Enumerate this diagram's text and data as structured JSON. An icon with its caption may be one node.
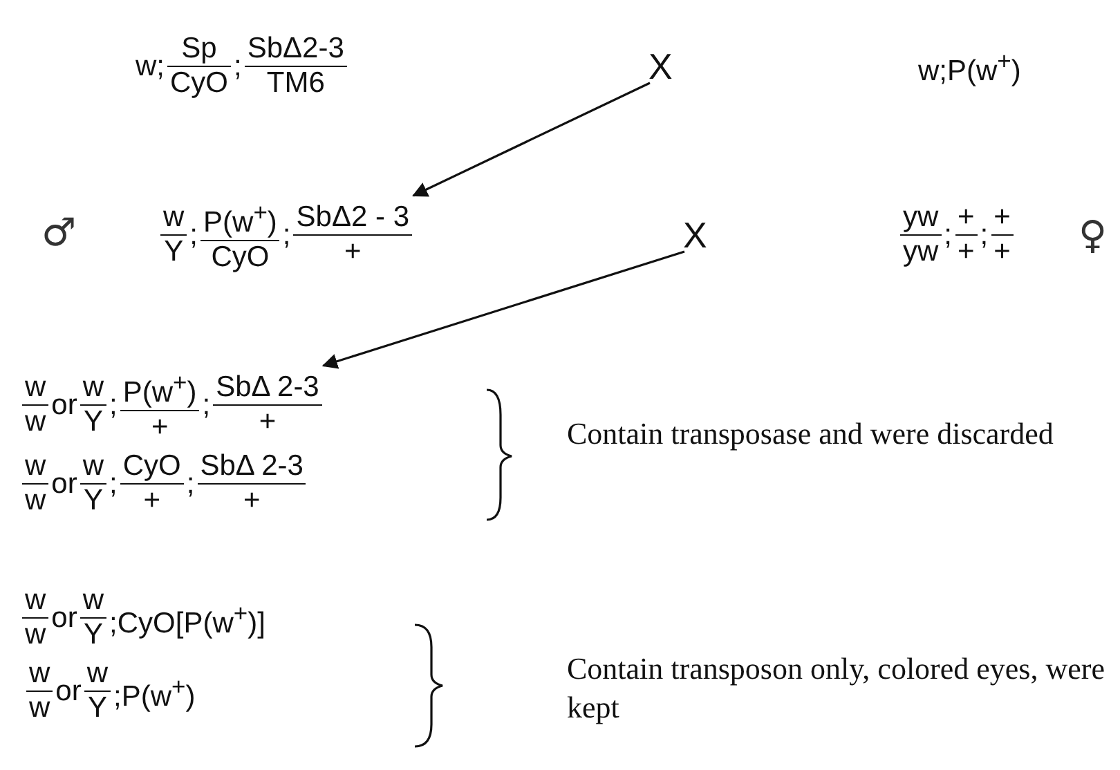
{
  "diagram": {
    "nodes": [
      {
        "text": [
          "w;",
          "Sp",
          "CyO",
          ";",
          "SbΔ2-3",
          "TM6"
        ]
      },
      {
        "text": [
          "X"
        ]
      },
      {
        "text": [
          "w;P(w$^{+}$)"
        ]
      },
      {
        "text": [
          "w",
          "Y",
          ";",
          "P(w$^{+}$)",
          "CyO",
          ";",
          "SbΔ2 - 3",
          "+"
        ],
        "beside": [
          "♂"
        ]
      },
      {
        "text": [
          "X"
        ]
      },
      {
        "text": [
          "yw",
          "yw",
          ";",
          "+",
          "+",
          ";",
          "+",
          "+"
        ],
        "beside": [
          "♀"
        ]
      },
      {
        "text": [
          "w",
          "w",
          "or",
          "w",
          "Y",
          ";",
          "P(w$^{+}$)",
          "+",
          ";",
          "SbΔ 2-3",
          "+"
        ]
      },
      {
        "text": [
          "w",
          "w",
          "or",
          "w",
          "Y",
          ";",
          "CyO",
          "+",
          ";",
          "SbΔ 2-3",
          "+"
        ]
      },
      {
        "text": [
          "w",
          "w",
          "or",
          "w",
          "Y",
          ";CyO[P(w$^{+}$)]"
        ]
      },
      {
        "text": [
          "w",
          "w",
          "or",
          "w",
          "Y",
          ";P(w$^{+}$)"
        ]
      }
    ],
    "edges": [
      {
        "from": 1,
        "to": 3,
        "arrow": "to"
      },
      {
        "from": 4,
        "to": 6,
        "arrow": "to"
      }
    ],
    "labels": [
      "Contain transposase and were discarded",
      "Contain transposon only, colored eyes, were kept"
    ]
  }
}
